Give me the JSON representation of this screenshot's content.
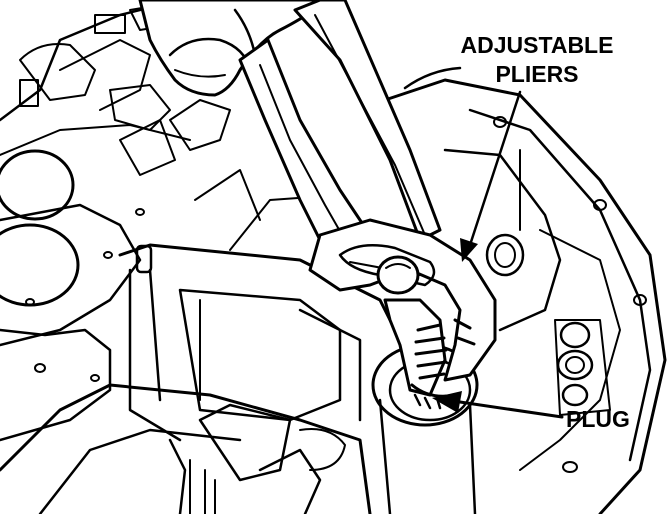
{
  "figure": {
    "colors": {
      "ink": "#000000",
      "paper": "#ffffff"
    },
    "callouts": [
      {
        "id": "adjustable-pliers",
        "lines": [
          "ADJUSTABLE",
          "PLIERS"
        ]
      },
      {
        "id": "plug",
        "lines": [
          "PLUG"
        ]
      }
    ]
  }
}
